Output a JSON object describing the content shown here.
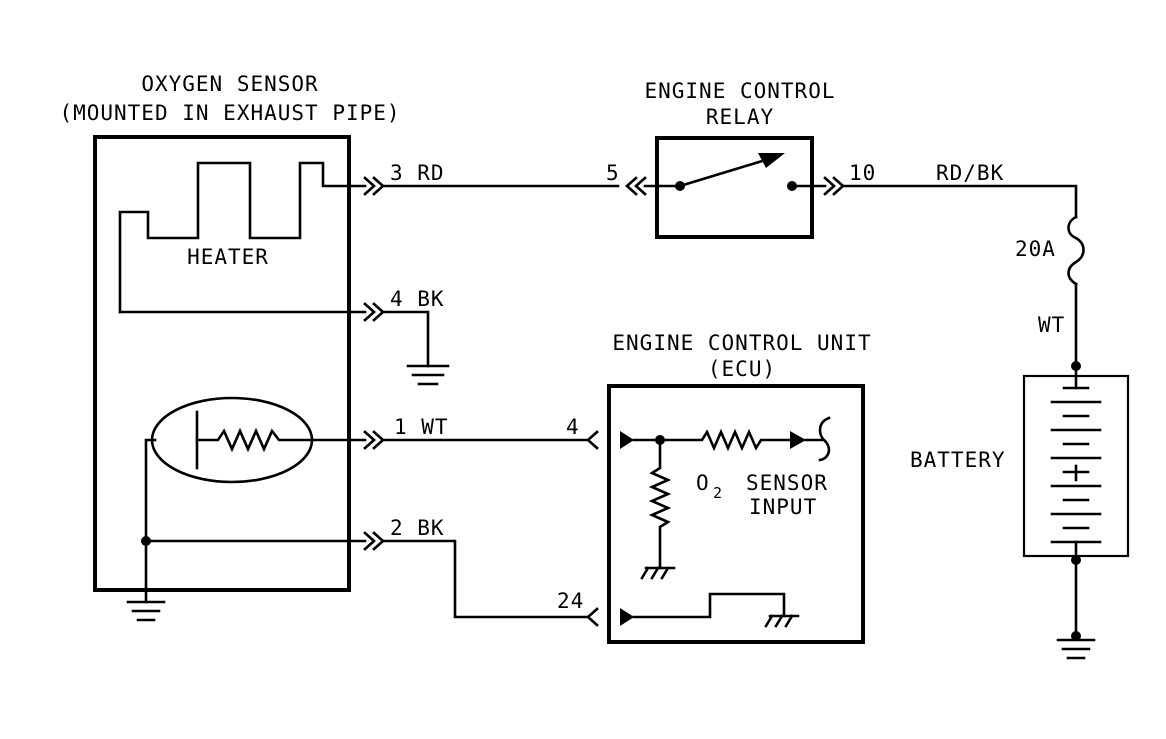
{
  "labels": {
    "o2_title_1": "OXYGEN SENSOR",
    "o2_title_2": "(MOUNTED IN EXHAUST PIPE)",
    "heater": "HEATER",
    "relay_title_1": "ENGINE CONTROL",
    "relay_title_2": "RELAY",
    "ecu_title_1": "ENGINE CONTROL UNIT",
    "ecu_title_2": "(ECU)",
    "o2_input_o": "O",
    "o2_input_sub": "2",
    "o2_input_sensor": "SENSOR",
    "o2_input_input": "INPUT",
    "battery": "BATTERY",
    "fuse": "20A",
    "wire_3": "3 RD",
    "wire_4": "4 BK",
    "wire_1": "1 WT",
    "wire_2": "2 BK",
    "pin_5": "5",
    "pin_10": "10",
    "wire_rdbk": "RD/BK",
    "wire_wt": "WT",
    "pin_ecu_4": "4",
    "pin_ecu_24": "24"
  }
}
